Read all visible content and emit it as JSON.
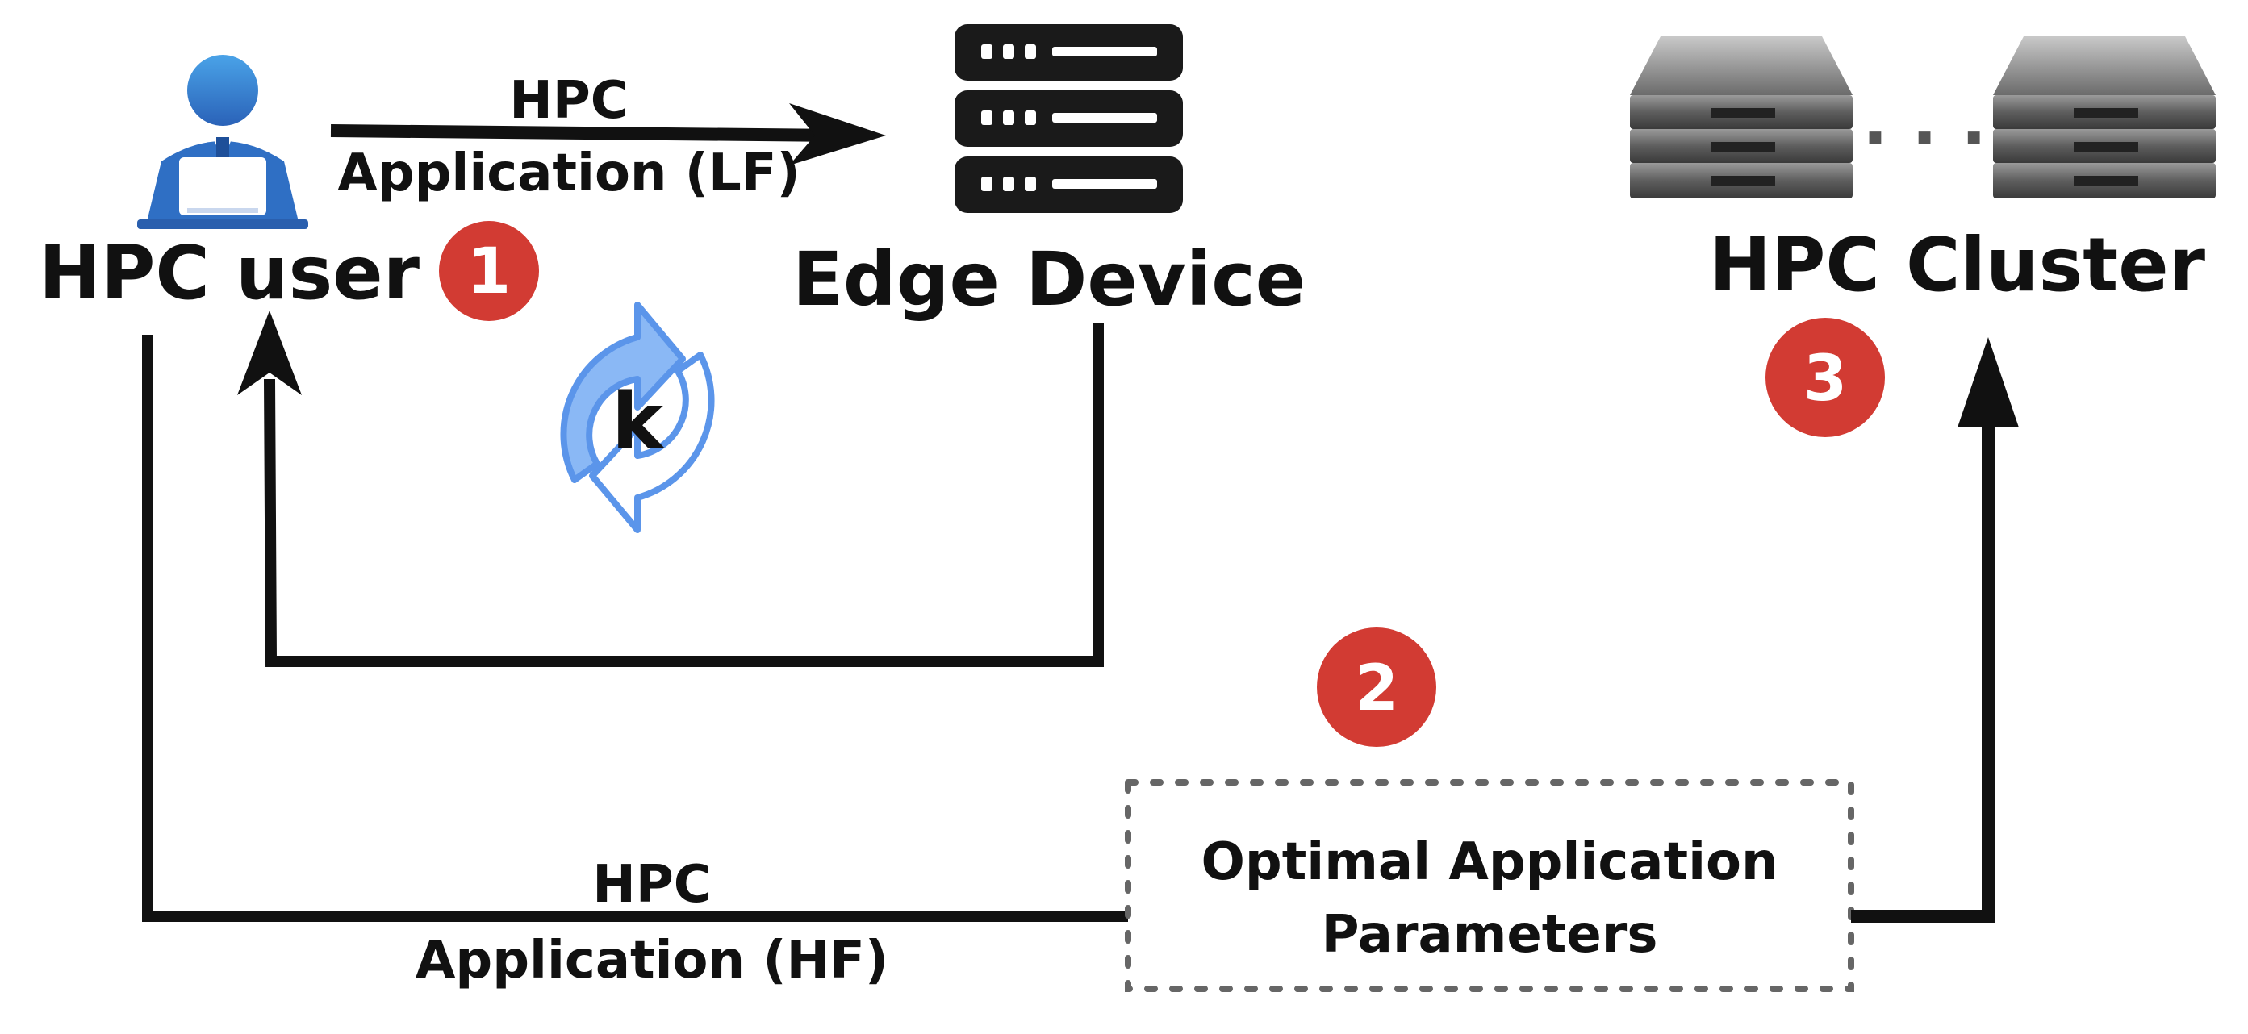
{
  "nodes": {
    "user_label": "HPC user",
    "edge_label": "Edge Device",
    "cluster_label": "HPC Cluster"
  },
  "arrows": {
    "lf_line1": "HPC",
    "lf_line2": "Application (LF)",
    "hf_line1": "HPC",
    "hf_line2": "Application (HF)"
  },
  "loop_label": "k",
  "params_box": {
    "line1": "Optimal Application",
    "line2": "Parameters"
  },
  "cluster_ellipsis": "· · ·",
  "steps": [
    "1",
    "2",
    "3"
  ],
  "colors": {
    "badge": "#d23b33",
    "loop_arrows": "#8ab8f5",
    "loop_stroke": "#5b95ea",
    "user_blue": "#2f74c8",
    "line": "#111111"
  },
  "icons": {
    "user": "person-at-laptop-icon",
    "edge": "server-rack-icon",
    "cluster": "server-stack-icon",
    "loop": "refresh-cycle-icon"
  }
}
